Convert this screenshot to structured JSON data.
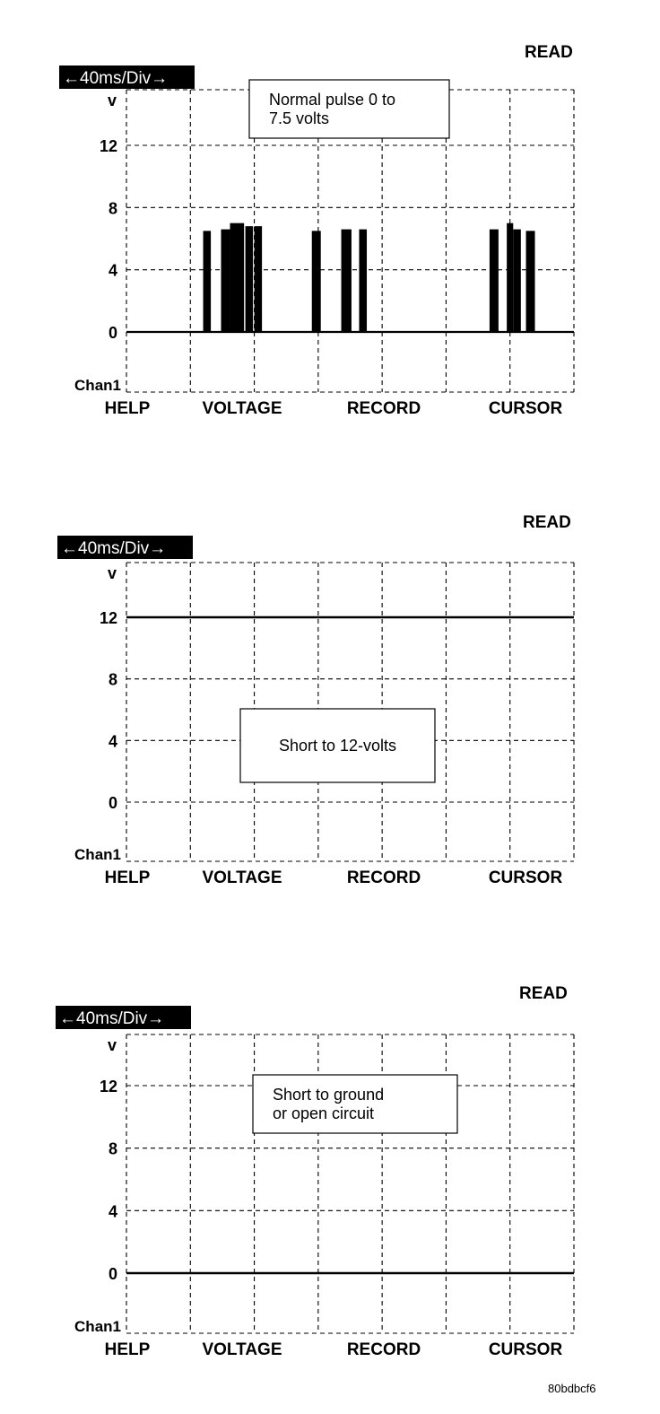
{
  "figure_code": "80bdbcf6",
  "scopes": [
    {
      "mode_label": "READ",
      "timebase_label": "←40ms/Div→",
      "units_label": "v",
      "channel_label": "Chan1",
      "softkeys": [
        "HELP",
        "VOLTAGE",
        "RECORD",
        "CURSOR"
      ],
      "callout_lines": [
        "Normal pulse 0 to",
        "7.5 volts"
      ]
    },
    {
      "mode_label": "READ",
      "timebase_label": "←40ms/Div→",
      "units_label": "v",
      "channel_label": "Chan1",
      "softkeys": [
        "HELP",
        "VOLTAGE",
        "RECORD",
        "CURSOR"
      ],
      "callout_lines": [
        "Short to 12-volts"
      ]
    },
    {
      "mode_label": "READ",
      "timebase_label": "←40ms/Div→",
      "units_label": "v",
      "channel_label": "Chan1",
      "softkeys": [
        "HELP",
        "VOLTAGE",
        "RECORD",
        "CURSOR"
      ],
      "callout_lines": [
        "Short to ground",
        "or open circuit"
      ]
    }
  ],
  "chart_data": [
    {
      "type": "bar",
      "ylim": [
        -3.5,
        15
      ],
      "y_ticks": [
        0,
        4,
        8,
        12
      ],
      "grid": true,
      "baseline": 0,
      "time_unit": "div",
      "pulses": [
        {
          "t": 1.2,
          "w": 0.12,
          "v": 6.5
        },
        {
          "t": 1.48,
          "w": 0.14,
          "v": 6.6
        },
        {
          "t": 1.62,
          "w": 0.22,
          "v": 7.0
        },
        {
          "t": 1.86,
          "w": 0.12,
          "v": 6.8
        },
        {
          "t": 2.0,
          "w": 0.12,
          "v": 6.8
        },
        {
          "t": 2.9,
          "w": 0.14,
          "v": 6.5
        },
        {
          "t": 3.36,
          "w": 0.16,
          "v": 6.6
        },
        {
          "t": 3.64,
          "w": 0.12,
          "v": 6.6
        },
        {
          "t": 5.68,
          "w": 0.14,
          "v": 6.6
        },
        {
          "t": 5.95,
          "w": 0.1,
          "v": 7.0
        },
        {
          "t": 6.05,
          "w": 0.12,
          "v": 6.6
        },
        {
          "t": 6.25,
          "w": 0.14,
          "v": 6.5
        }
      ]
    },
    {
      "type": "line",
      "ylim": [
        -3.5,
        15
      ],
      "y_ticks": [
        0,
        4,
        8,
        12
      ],
      "grid": true,
      "x": [
        0,
        7
      ],
      "values": [
        12,
        12
      ]
    },
    {
      "type": "line",
      "ylim": [
        -3.5,
        15
      ],
      "y_ticks": [
        0,
        4,
        8,
        12
      ],
      "grid": true,
      "x": [
        0,
        7
      ],
      "values": [
        0,
        0
      ]
    }
  ]
}
